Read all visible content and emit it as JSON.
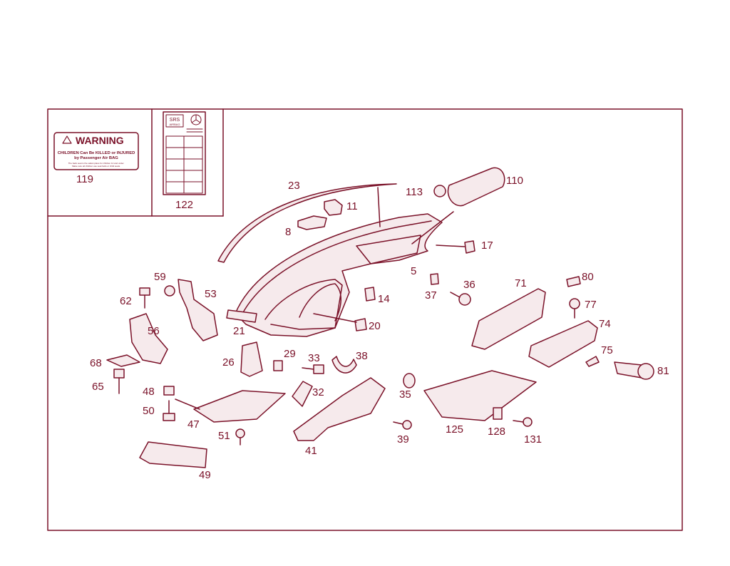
{
  "colors": {
    "line": "#7a1128",
    "fill": "#f6eaec",
    "background": "#ffffff"
  },
  "warning_label": {
    "heading": "WARNING",
    "line1": "CHILDREN Can Be KILLED or INJURED",
    "line2": "by Passenger Air BAG",
    "fine_print_1": "The back seat is the safest place for children 12 and under.",
    "fine_print_2": "Make sure all children use seat belts or child seats."
  },
  "srs_label": {
    "line1": "SRS",
    "line2": "AIRBAG"
  },
  "parts": [
    {
      "id": "p119",
      "label": "119"
    },
    {
      "id": "p122",
      "label": "122"
    },
    {
      "id": "p23",
      "label": "23"
    },
    {
      "id": "p11",
      "label": "11"
    },
    {
      "id": "p8",
      "label": "8"
    },
    {
      "id": "p113",
      "label": "113"
    },
    {
      "id": "p110",
      "label": "110"
    },
    {
      "id": "p17",
      "label": "17"
    },
    {
      "id": "p5",
      "label": "5"
    },
    {
      "id": "p80",
      "label": "80"
    },
    {
      "id": "p71",
      "label": "71"
    },
    {
      "id": "p59",
      "label": "59"
    },
    {
      "id": "p53",
      "label": "53"
    },
    {
      "id": "p62",
      "label": "62"
    },
    {
      "id": "p37",
      "label": "37"
    },
    {
      "id": "p36",
      "label": "36"
    },
    {
      "id": "p14",
      "label": "14"
    },
    {
      "id": "p77",
      "label": "77"
    },
    {
      "id": "p56",
      "label": "56"
    },
    {
      "id": "p21",
      "label": "21"
    },
    {
      "id": "p20",
      "label": "20"
    },
    {
      "id": "p74",
      "label": "74"
    },
    {
      "id": "p75",
      "label": "75"
    },
    {
      "id": "p81",
      "label": "81"
    },
    {
      "id": "p68",
      "label": "68"
    },
    {
      "id": "p26",
      "label": "26"
    },
    {
      "id": "p29",
      "label": "29"
    },
    {
      "id": "p33",
      "label": "33"
    },
    {
      "id": "p38",
      "label": "38"
    },
    {
      "id": "p65",
      "label": "65"
    },
    {
      "id": "p48",
      "label": "48"
    },
    {
      "id": "p32",
      "label": "32"
    },
    {
      "id": "p35",
      "label": "35"
    },
    {
      "id": "p50",
      "label": "50"
    },
    {
      "id": "p47",
      "label": "47"
    },
    {
      "id": "p125",
      "label": "125"
    },
    {
      "id": "p128",
      "label": "128"
    },
    {
      "id": "p131",
      "label": "131"
    },
    {
      "id": "p51",
      "label": "51"
    },
    {
      "id": "p39",
      "label": "39"
    },
    {
      "id": "p41",
      "label": "41"
    },
    {
      "id": "p49",
      "label": "49"
    }
  ]
}
